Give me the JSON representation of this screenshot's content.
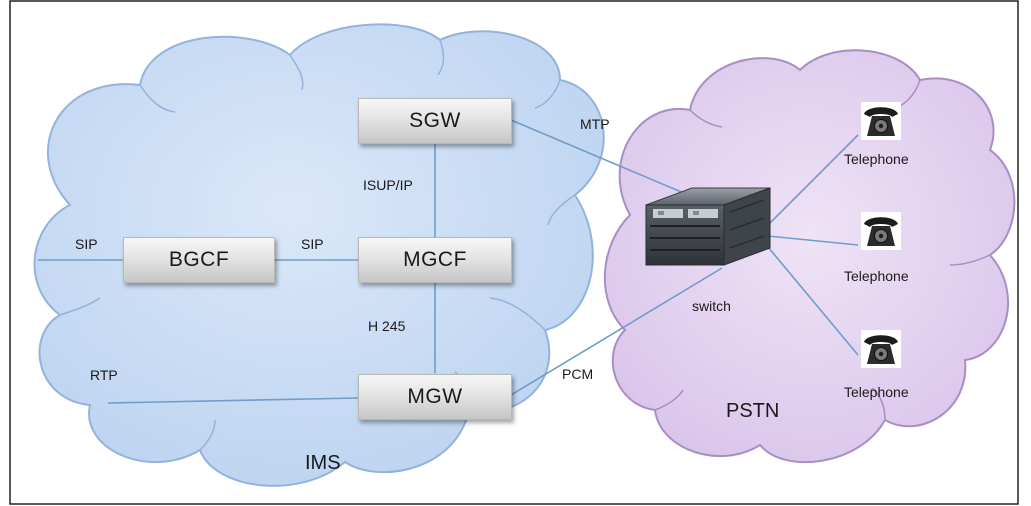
{
  "ims": {
    "title": "IMS",
    "nodes": {
      "sgw": "SGW",
      "bgcf": "BGCF",
      "mgcf": "MGCF",
      "mgw": "MGW"
    },
    "links": {
      "sip_in": "SIP",
      "sip_bgcf_mgcf": "SIP",
      "isup": "ISUP/IP",
      "h245": "H 245",
      "rtp": "RTP"
    }
  },
  "trunks": {
    "mtp": "MTP",
    "pcm": "PCM"
  },
  "pstn": {
    "title": "PSTN",
    "switch_label": "switch",
    "telephones": [
      "Telephone",
      "Telephone",
      "Telephone"
    ]
  },
  "colors": {
    "ims_fill": "#cfe0f6",
    "ims_stroke": "#93b3dc",
    "pstn_fill": "#e5d5f0",
    "pstn_stroke": "#a98ec4",
    "link": "#6f9cc9"
  }
}
